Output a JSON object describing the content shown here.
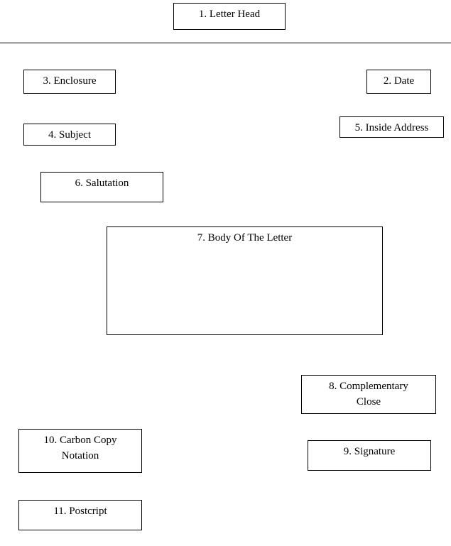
{
  "diagram": {
    "boxes": {
      "letter_head": "1. Letter Head",
      "date": "2. Date",
      "enclosure": "3. Enclosure",
      "subject": "4. Subject",
      "inside_address": "5. Inside Address",
      "salutation": "6. Salutation",
      "body": "7. Body Of The Letter",
      "complementary_close": [
        "8. Complementary",
        "Close"
      ],
      "signature": "9. Signature",
      "carbon_copy": [
        "10. Carbon Copy",
        "Notation"
      ],
      "postscript": "11. Postcript"
    }
  }
}
